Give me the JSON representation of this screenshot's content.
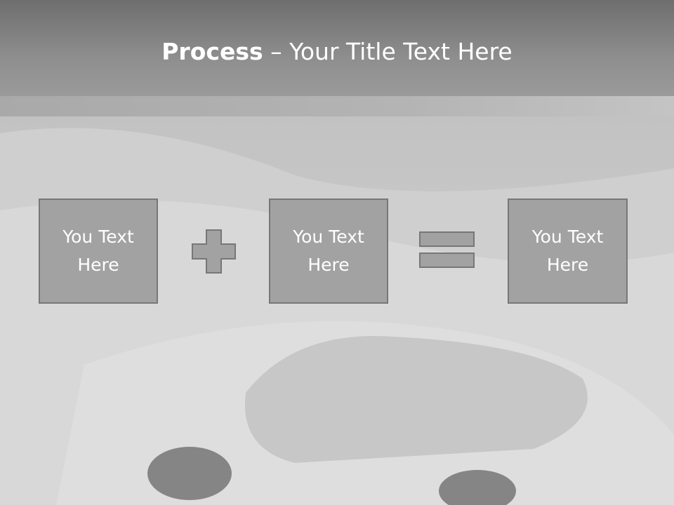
{
  "slide": {
    "title_bold": "Process",
    "title_rest": " – Your Title Text Here",
    "boxes": [
      {
        "text": "You Text Here"
      },
      {
        "text": "You Text Here"
      },
      {
        "text": "You Text Here"
      }
    ],
    "operators": [
      "plus-icon",
      "equals-icon"
    ],
    "colors": {
      "title_bar": "#7a7a7a",
      "box_fill": "#a2a2a2",
      "box_border": "#777777",
      "text": "#ffffff"
    }
  }
}
